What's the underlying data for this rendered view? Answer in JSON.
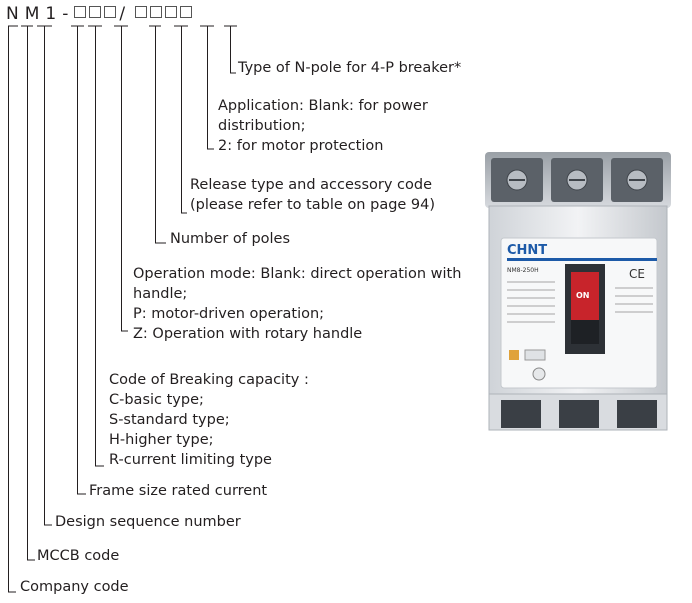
{
  "code": {
    "prefix_letters": [
      "N",
      "M",
      "1",
      "-"
    ],
    "slash": "/"
  },
  "legends": {
    "npole": [
      "Type of N-pole for 4-P breaker*"
    ],
    "application": [
      "Application: Blank: for power",
      "distribution;",
      "2: for motor protection"
    ],
    "release": [
      "Release type and accessory code",
      "(please refer to table on page 94)"
    ],
    "poles": [
      "Number of poles"
    ],
    "operation": [
      "Operation mode: Blank: direct operation with",
      "handle;",
      "P: motor-driven operation;",
      "Z: Operation with rotary handle"
    ],
    "breaking": [
      "Code of Breaking capacity :",
      "C-basic type;",
      "S-standard type;",
      "H-higher type;",
      "R-current limiting type"
    ],
    "frame": [
      "Frame size rated current"
    ],
    "design": [
      "Design sequence number"
    ],
    "mccb": [
      "MCCB code"
    ],
    "company": [
      "Company code"
    ]
  },
  "photo": {
    "brand": "CHNT",
    "model": "NM8-250H",
    "on_label": "ON",
    "ce_mark": "CE",
    "colors": {
      "brand_blue": "#1d5aa8",
      "handle_red": "#c8242b",
      "body": "#eef0f2"
    }
  }
}
